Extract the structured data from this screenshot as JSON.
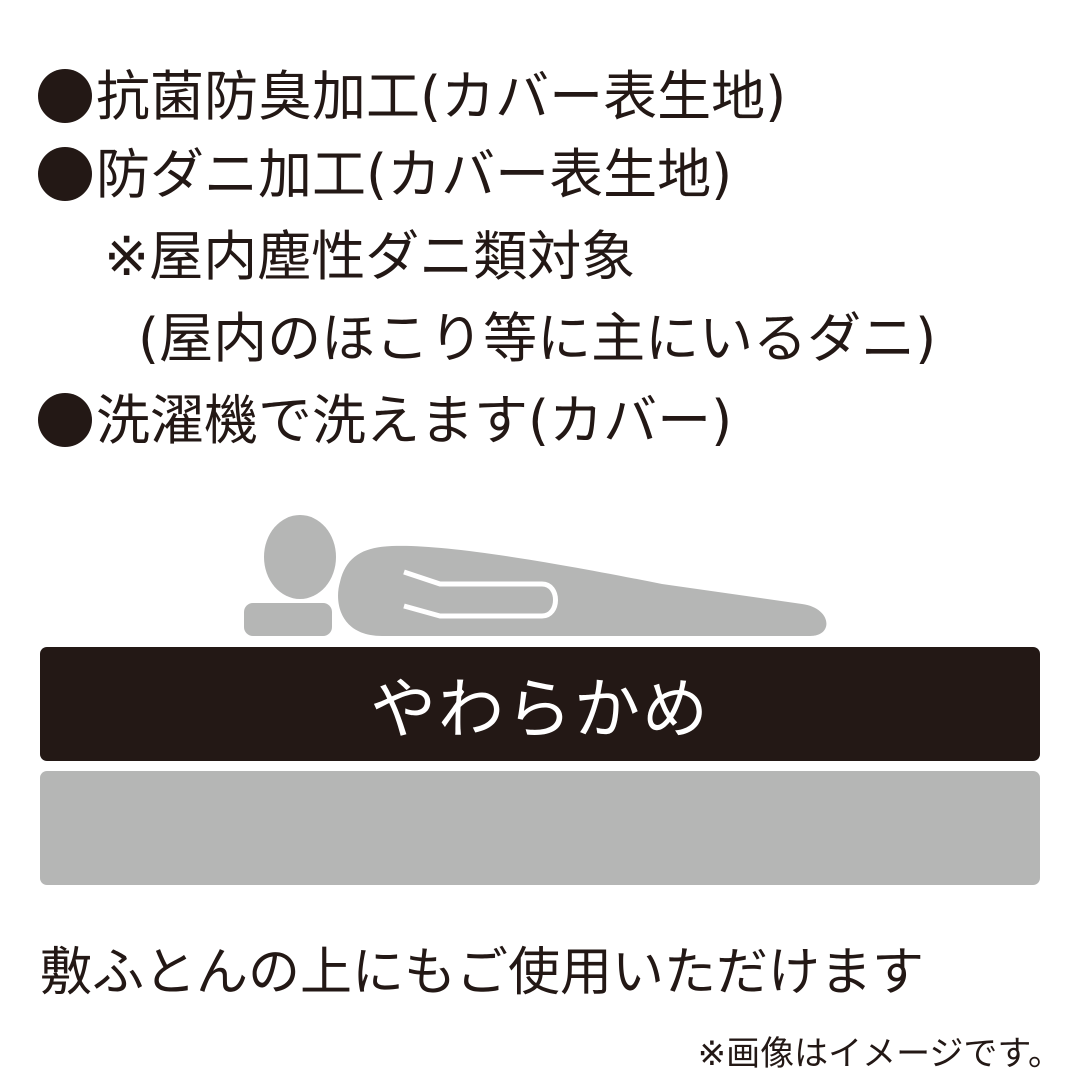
{
  "features": {
    "items": [
      {
        "bullet": true,
        "text": "抗菌防臭加工(カバー表生地)"
      },
      {
        "bullet": true,
        "text": "防ダニ加工(カバー表生地)"
      },
      {
        "bullet": false,
        "text": "※屋内塵性ダニ類対象"
      },
      {
        "bullet": false,
        "text": "(屋内のほこり等に主にいるダニ)"
      },
      {
        "bullet": true,
        "text": "洗濯機で洗えます(カバー)"
      }
    ]
  },
  "illustration": {
    "icon": "person-lying-on-mattress-icon",
    "figure_color": "#b5b6b5"
  },
  "layers": {
    "top": {
      "label": "やわらかめ",
      "color": "#231815",
      "text_color": "#ffffff"
    },
    "bottom": {
      "label": "",
      "color": "#b5b6b5"
    }
  },
  "usage_text": "敷ふとんの上にもご使用いただけます",
  "note": "※画像はイメージです。"
}
